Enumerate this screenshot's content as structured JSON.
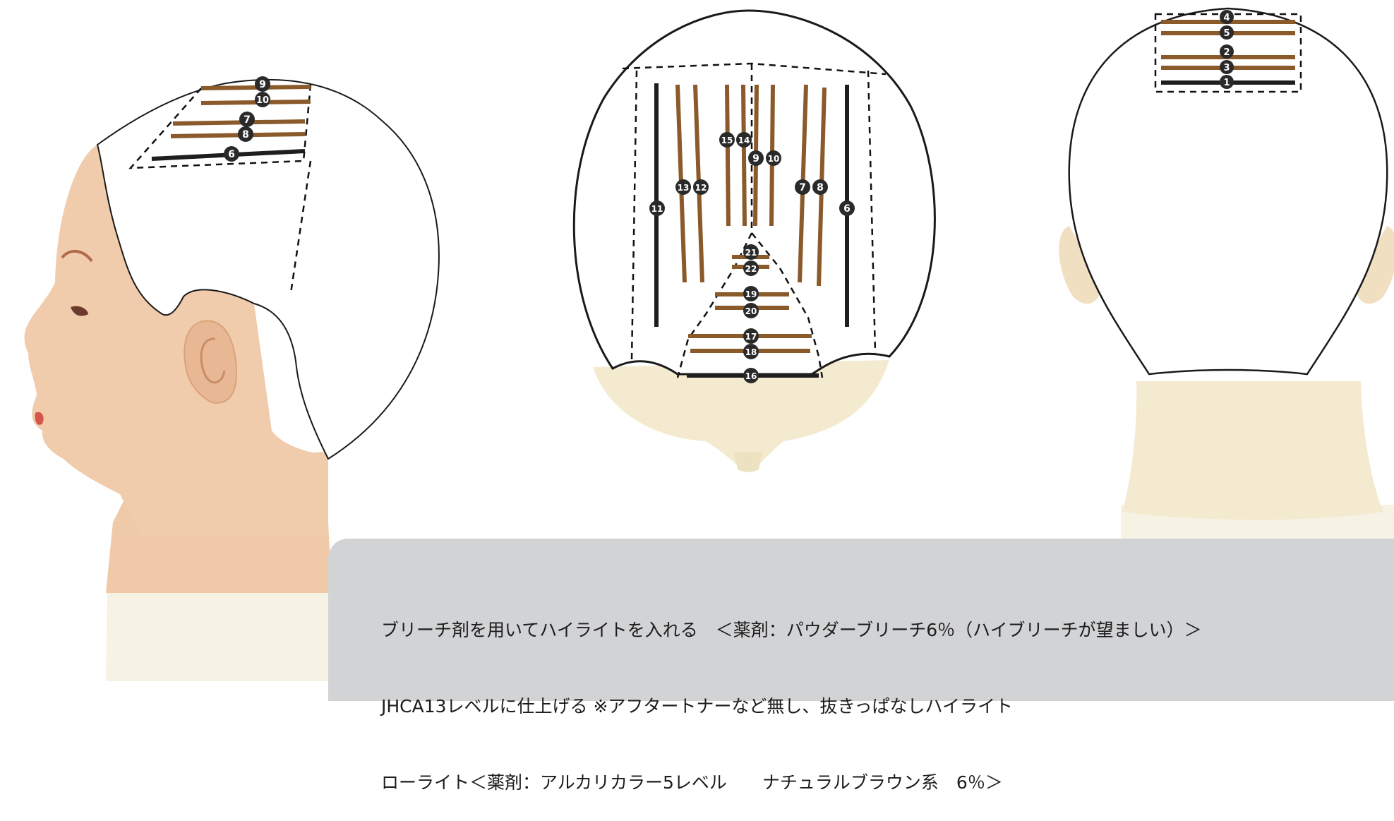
{
  "colors": {
    "highlight": "#8a5a2b",
    "lowlight": "#1e1e1e",
    "skin": "#f1ccac",
    "mannequin_back": "#f3ead0",
    "base_band": "#f6f2e4",
    "panel": "#d2d3d5",
    "badge": "#2a2a2a",
    "badge_text": "#ffffff"
  },
  "views": {
    "side": {
      "labels": [
        "9",
        "10",
        "7",
        "8",
        "6"
      ]
    },
    "top": {
      "labels": [
        "15",
        "14",
        "9",
        "10",
        "13",
        "12",
        "11",
        "7",
        "8",
        "6",
        "21",
        "22",
        "19",
        "20",
        "17",
        "18",
        "16"
      ]
    },
    "back": {
      "labels": [
        "4",
        "5",
        "2",
        "3",
        "1"
      ]
    }
  },
  "notes": {
    "line1": "ブリーチ剤を用いてハイライトを入れる　＜薬剤：パウダーブリーチ6％（ハイブリーチが望ましい）＞",
    "line2": "JHCA13レベルに仕上げる ※アフタートナーなど無し、抜きっぱなしハイライト",
    "line3": "ローライト＜薬剤：アルカリカラー5レベル　　ナチュラルブラウン系　6％＞"
  }
}
